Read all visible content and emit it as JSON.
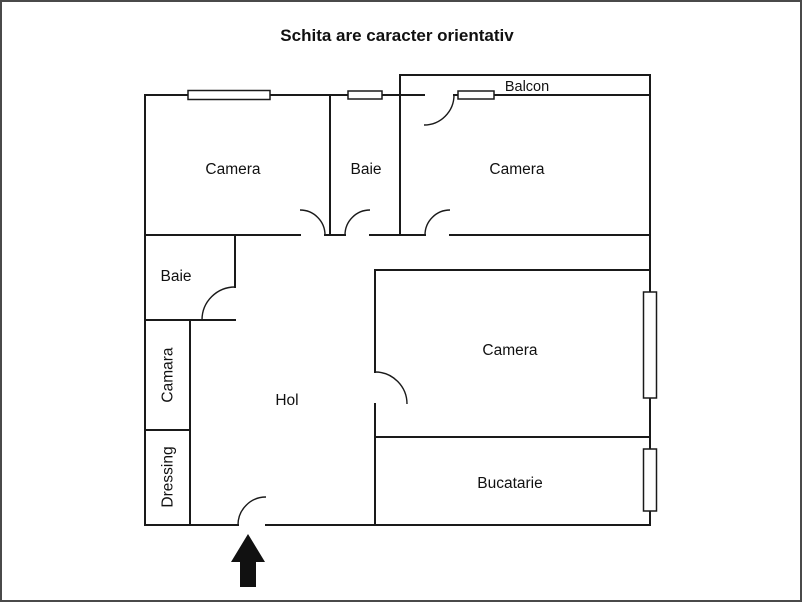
{
  "title": "Schita are caracter orientativ",
  "colors": {
    "ink": "#111111",
    "wall": "#1a1a1a",
    "frame_border": "#4a4a4a",
    "background": "#ffffff"
  },
  "rooms": {
    "camera_top_left": "Camera",
    "baie_top": "Baie",
    "camera_top_right": "Camera",
    "balcon": "Balcon",
    "baie_left": "Baie",
    "camara": "Camara",
    "dressing": "Dressing",
    "hol": "Hol",
    "camera_middle": "Camera",
    "bucatarie": "Bucatarie"
  },
  "icons": {
    "entrance_arrow": "up-arrow"
  }
}
